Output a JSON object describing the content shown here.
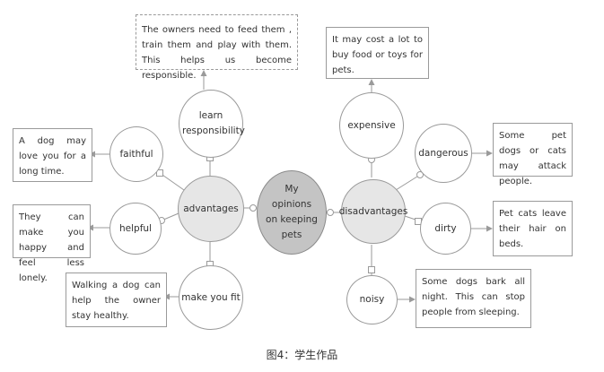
{
  "center": {
    "label": "My opinions on keeping pets"
  },
  "advantages": {
    "label": "advantages",
    "items": [
      {
        "label": "learn responsibility",
        "note": "The owners need to feed them , train them and play with them. This helps us become responsible."
      },
      {
        "label": "faithful",
        "note": "A dog may love you for a long time."
      },
      {
        "label": "helpful",
        "note": "They can make you happy and feel less lonely."
      },
      {
        "label": "make you fit",
        "note": "Walking a dog can help the owner stay healthy."
      }
    ]
  },
  "disadvantages": {
    "label": "disadvantages",
    "items": [
      {
        "label": "expensive",
        "note": "It may cost a lot to buy food or toys for pets."
      },
      {
        "label": "dangerous",
        "note": "Some pet dogs or cats may attack people."
      },
      {
        "label": "dirty",
        "note": "Pet cats leave their hair on beds."
      },
      {
        "label": "noisy",
        "note": "Some dogs bark all night. This can stop people from sleeping."
      }
    ]
  },
  "caption": "图4：学生作品"
}
